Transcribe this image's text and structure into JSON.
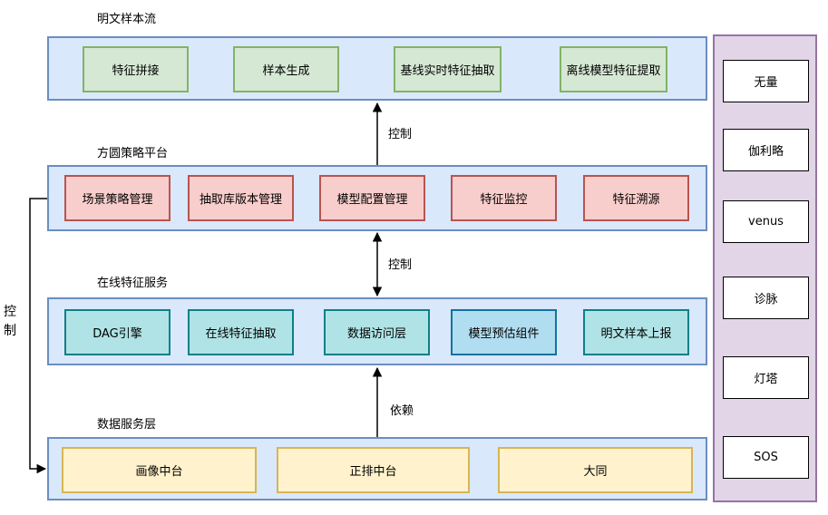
{
  "layers": {
    "plain_sample_flow": {
      "title": "明文样本流",
      "boxes": [
        "特征拼接",
        "样本生成",
        "基线实时特征抽取",
        "离线模型特征提取"
      ]
    },
    "fangyuan_platform": {
      "title": "方圆策略平台",
      "boxes": [
        "场景策略管理",
        "抽取库版本管理",
        "模型配置管理",
        "特征监控",
        "特征溯源"
      ]
    },
    "online_feature_service": {
      "title": "在线特征服务",
      "boxes": [
        "DAG引擎",
        "在线特征抽取",
        "数据访问层",
        "模型预估组件",
        "明文样本上报"
      ]
    },
    "data_service_layer": {
      "title": "数据服务层",
      "boxes": [
        "画像中台",
        "正排中台",
        "大同"
      ]
    }
  },
  "side_panel": {
    "items": [
      "无量",
      "伽利略",
      "venus",
      "诊脉",
      "灯塔",
      "SOS"
    ]
  },
  "edges": {
    "control_top": "控制",
    "control_middle": "控制",
    "depends": "依赖",
    "control_left": "控制"
  },
  "colors": {
    "layer_fill": "#dae8fc",
    "layer_stroke": "#6c8ebf",
    "green_fill": "#d5e8d4",
    "red_fill": "#f8cecc",
    "teal_fill": "#b0e3e6",
    "blue_fill": "#b1ddf0",
    "yellow_fill": "#fff2cc",
    "side_fill": "#e1d5e7"
  }
}
